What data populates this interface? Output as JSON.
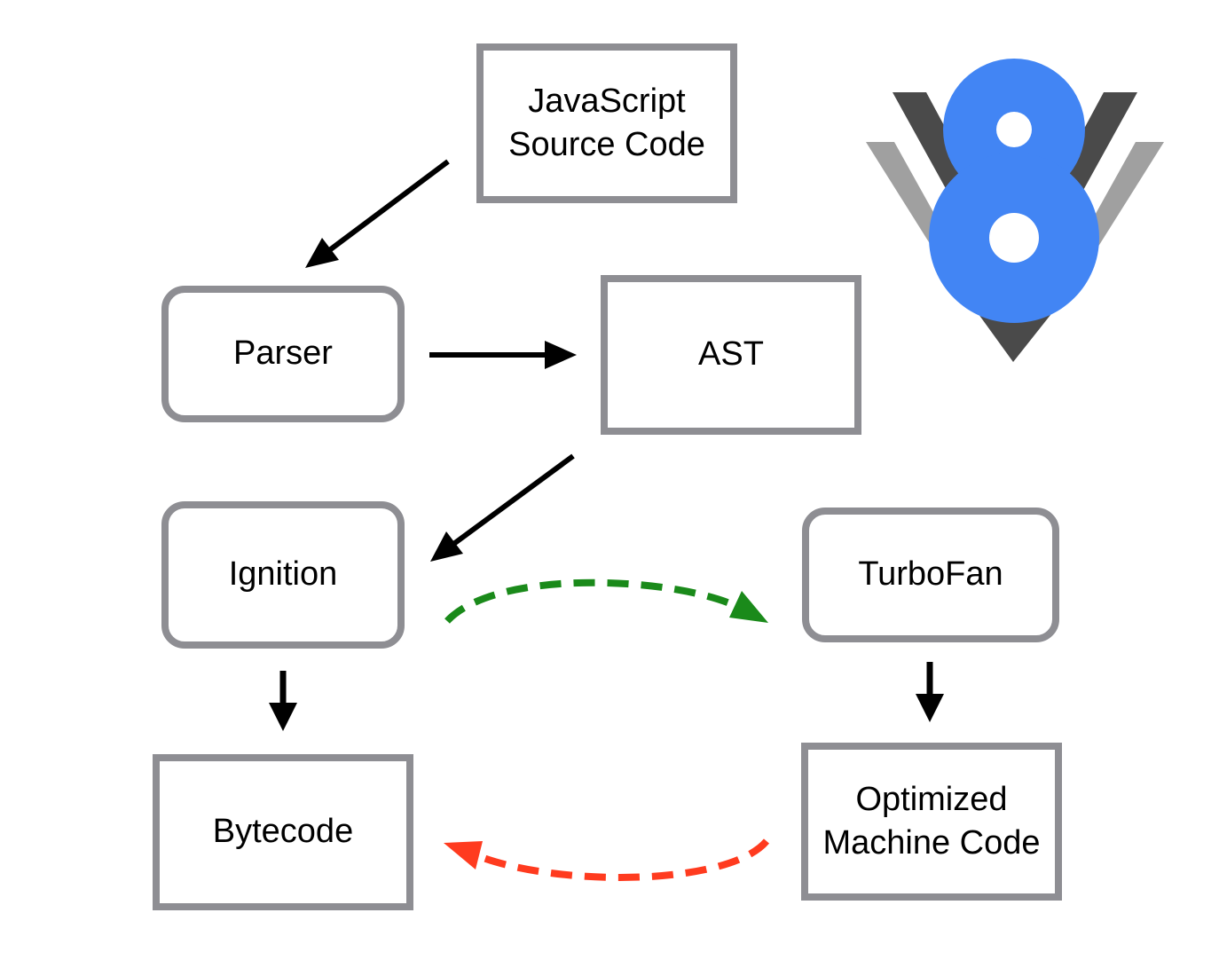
{
  "nodes": {
    "source": "JavaScript\nSource Code",
    "parser": "Parser",
    "ast": "AST",
    "ignition": "Ignition",
    "turbofan": "TurboFan",
    "bytecode": "Bytecode",
    "optimized": "Optimized\nMachine Code"
  },
  "colors": {
    "box_border": "#8e8e93",
    "arrow": "#000000",
    "optimize_arrow": "#1a8a1a",
    "deoptimize_arrow": "#ff3b1f",
    "logo_blue": "#4285f4",
    "logo_dark_gray": "#4a4a4a",
    "logo_light_gray": "#a0a0a0"
  },
  "icons": {
    "logo": "v8-logo-icon"
  }
}
